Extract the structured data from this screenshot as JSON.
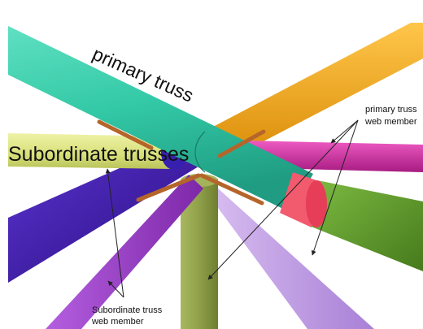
{
  "labels": {
    "primary_truss": "primary truss",
    "subordinate_trusses": "Subordinate trusses",
    "primary_web_line1": "primary truss",
    "primary_web_line2": "web member",
    "subordinate_web_line1": "Subordinate truss",
    "subordinate_web_line2": "web member"
  },
  "colors": {
    "primary_truss": "#33c9a6",
    "subordinate_truss": "#d8e07a",
    "primary_web_orange": "#f2a40e",
    "primary_web_magenta": "#d62ca6",
    "primary_web_green": "#5e9a2c",
    "joint_red": "#f25a6e",
    "subordinate_web_indigo": "#3d1aa8",
    "subordinate_web_purple": "#9b3fc4",
    "subordinate_web_lavender": "#c7a2e8",
    "vertical_olive": "#8fa04a",
    "gusset_plate": "#b5652a",
    "background": "#ffffff"
  }
}
